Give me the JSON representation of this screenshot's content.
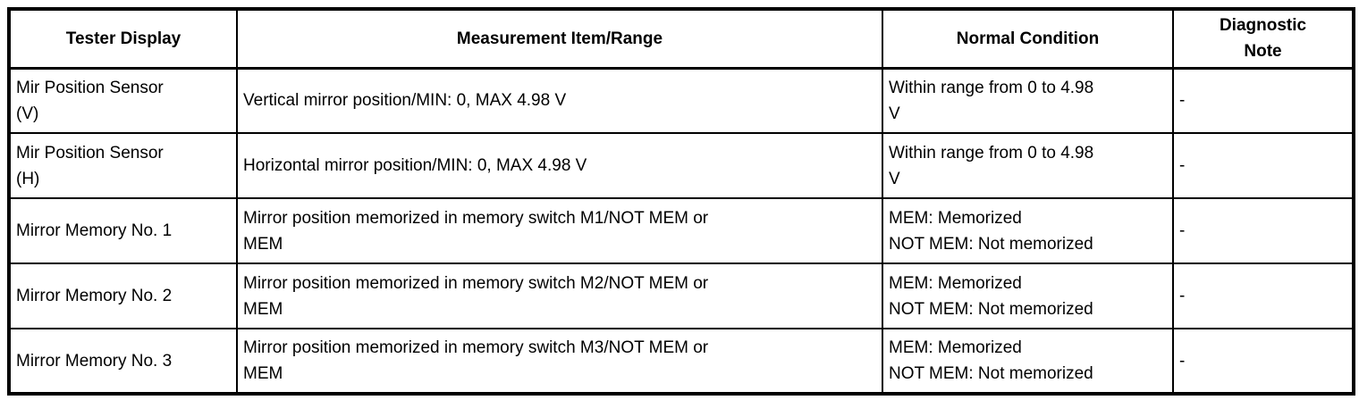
{
  "table": {
    "columns": [
      {
        "label": "Tester Display"
      },
      {
        "label": "Measurement Item/Range"
      },
      {
        "label": "Normal Condition"
      },
      {
        "label": "Diagnostic\nNote"
      }
    ],
    "rows": [
      {
        "tester_display": "Mir Position Sensor\n(V)",
        "measurement": "Vertical mirror position/MIN: 0, MAX 4.98 V",
        "normal_condition": "Within range from 0 to 4.98\nV",
        "diagnostic_note": "-"
      },
      {
        "tester_display": "Mir Position Sensor\n(H)",
        "measurement": "Horizontal mirror position/MIN: 0, MAX 4.98 V",
        "normal_condition": "Within range from 0 to 4.98\nV",
        "diagnostic_note": "-"
      },
      {
        "tester_display": "Mirror Memory No. 1",
        "measurement": "Mirror position memorized in memory switch M1/NOT MEM or\nMEM",
        "normal_condition": "MEM: Memorized\nNOT MEM: Not memorized",
        "diagnostic_note": "-"
      },
      {
        "tester_display": "Mirror Memory No. 2",
        "measurement": "Mirror position memorized in memory switch M2/NOT MEM or\nMEM",
        "normal_condition": "MEM: Memorized\nNOT MEM: Not memorized",
        "diagnostic_note": "-"
      },
      {
        "tester_display": "Mirror Memory No. 3",
        "measurement": "Mirror position memorized in memory switch M3/NOT MEM or\nMEM",
        "normal_condition": "MEM: Memorized\nNOT MEM: Not memorized",
        "diagnostic_note": "-"
      }
    ]
  }
}
